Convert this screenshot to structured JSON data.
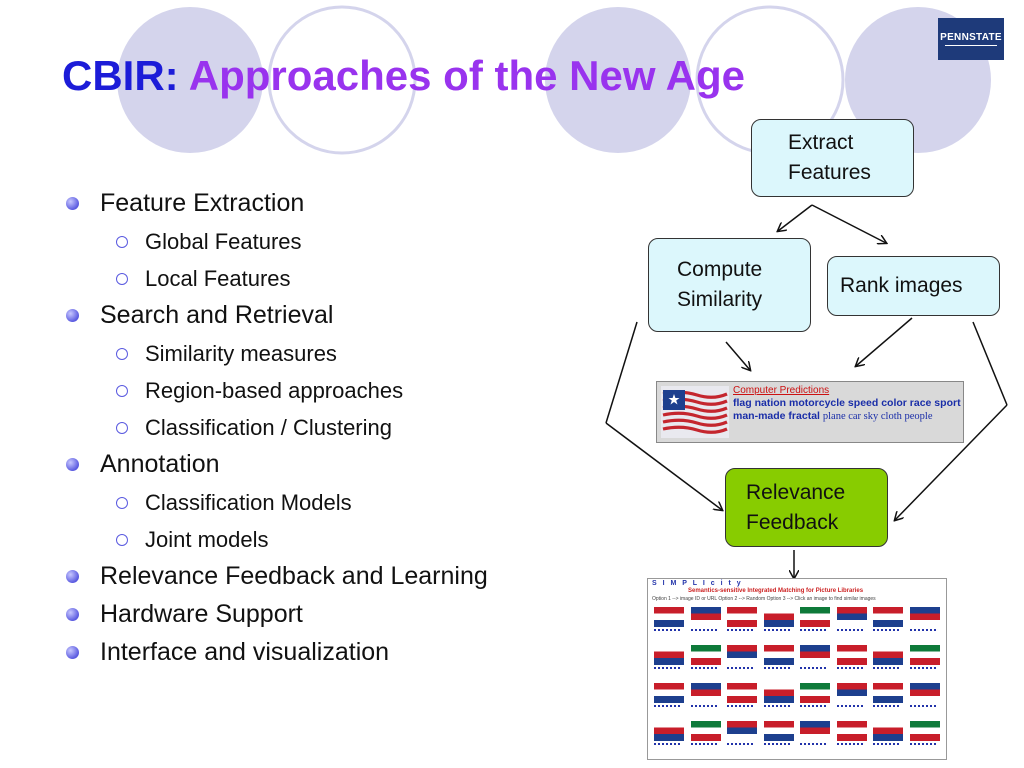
{
  "slide": {
    "title_part1": "CBIR:",
    "title_part2": "Approaches of the New Age",
    "logo_text": "PENNSTATE"
  },
  "bullets": [
    {
      "label": "Feature Extraction",
      "sub": [
        "Global Features",
        "Local Features"
      ]
    },
    {
      "label": "Search and Retrieval",
      "sub": [
        "Similarity measures",
        "Region-based approaches",
        "Classification / Clustering"
      ]
    },
    {
      "label": "Annotation",
      "sub": [
        "Classification Models",
        "Joint models"
      ]
    },
    {
      "label": "Relevance Feedback and Learning",
      "sub": []
    },
    {
      "label": "Hardware Support",
      "sub": []
    },
    {
      "label": "Interface and visualization",
      "sub": []
    }
  ],
  "diagram": {
    "extract": "Extract\nFeatures",
    "compute": "Compute\nSimilarity",
    "rank": "Rank images",
    "relevance": "Relevance\nFeedback"
  },
  "prediction": {
    "title": "Computer Predictions",
    "bold_keywords": "flag  nation  motorcycle  speed  color  race  sport  man-made  fractal",
    "plain_keywords": "plane  car  sky  cloth  people"
  },
  "simplicity": {
    "name": "S I M P L I c i t y",
    "subtitle": "Semantics-sensitive Integrated Matching for Picture Libraries",
    "options": "Option 1 -->   image ID or URL              Option 2 -->  Random        Option 3 -->   Click an image to find similar images"
  },
  "colors": {
    "title_blue": "#1c1cd8",
    "title_purple": "#9933ee",
    "box_cyan": "#dcf7fc",
    "box_green": "#88cc00",
    "deco_circle": "#d4d4ec"
  }
}
